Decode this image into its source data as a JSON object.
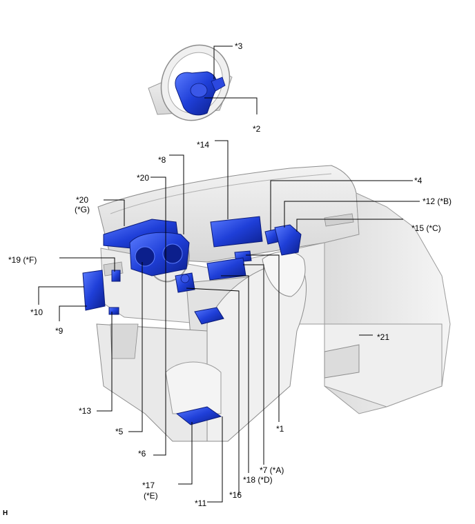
{
  "diagram": {
    "corner_mark": "H",
    "callouts": [
      {
        "id": "c3",
        "text": "*3"
      },
      {
        "id": "c2",
        "text": "*2"
      },
      {
        "id": "c14",
        "text": "*14"
      },
      {
        "id": "c8",
        "text": "*8"
      },
      {
        "id": "c20",
        "text": "*20"
      },
      {
        "id": "c20g",
        "text": "(*G)"
      },
      {
        "id": "c4",
        "text": "*4"
      },
      {
        "id": "c12",
        "text": "*12 (*B)"
      },
      {
        "id": "c15",
        "text": "*15 (*C)"
      },
      {
        "id": "c19",
        "text": "*19 (*F)"
      },
      {
        "id": "c10",
        "text": "*10"
      },
      {
        "id": "c9",
        "text": "*9"
      },
      {
        "id": "c21",
        "text": "*21"
      },
      {
        "id": "c13",
        "text": "*13"
      },
      {
        "id": "c5",
        "text": "*5"
      },
      {
        "id": "c6",
        "text": "*6"
      },
      {
        "id": "c1",
        "text": "*1"
      },
      {
        "id": "c7",
        "text": "*7 (*A)"
      },
      {
        "id": "c18",
        "text": "*18 (*D)"
      },
      {
        "id": "c17",
        "text": "*17"
      },
      {
        "id": "c17e",
        "text": "(*E)"
      },
      {
        "id": "c11",
        "text": "*11"
      },
      {
        "id": "c16",
        "text": "*16"
      }
    ]
  },
  "colors": {
    "component_blue": "#1f3fd8",
    "component_blue_dark": "#0c1f8c",
    "component_blue_light": "#5b7cff",
    "interior_gray": "#e6e6e6",
    "interior_outline": "#8c8c8c",
    "leader_line": "#000000"
  }
}
